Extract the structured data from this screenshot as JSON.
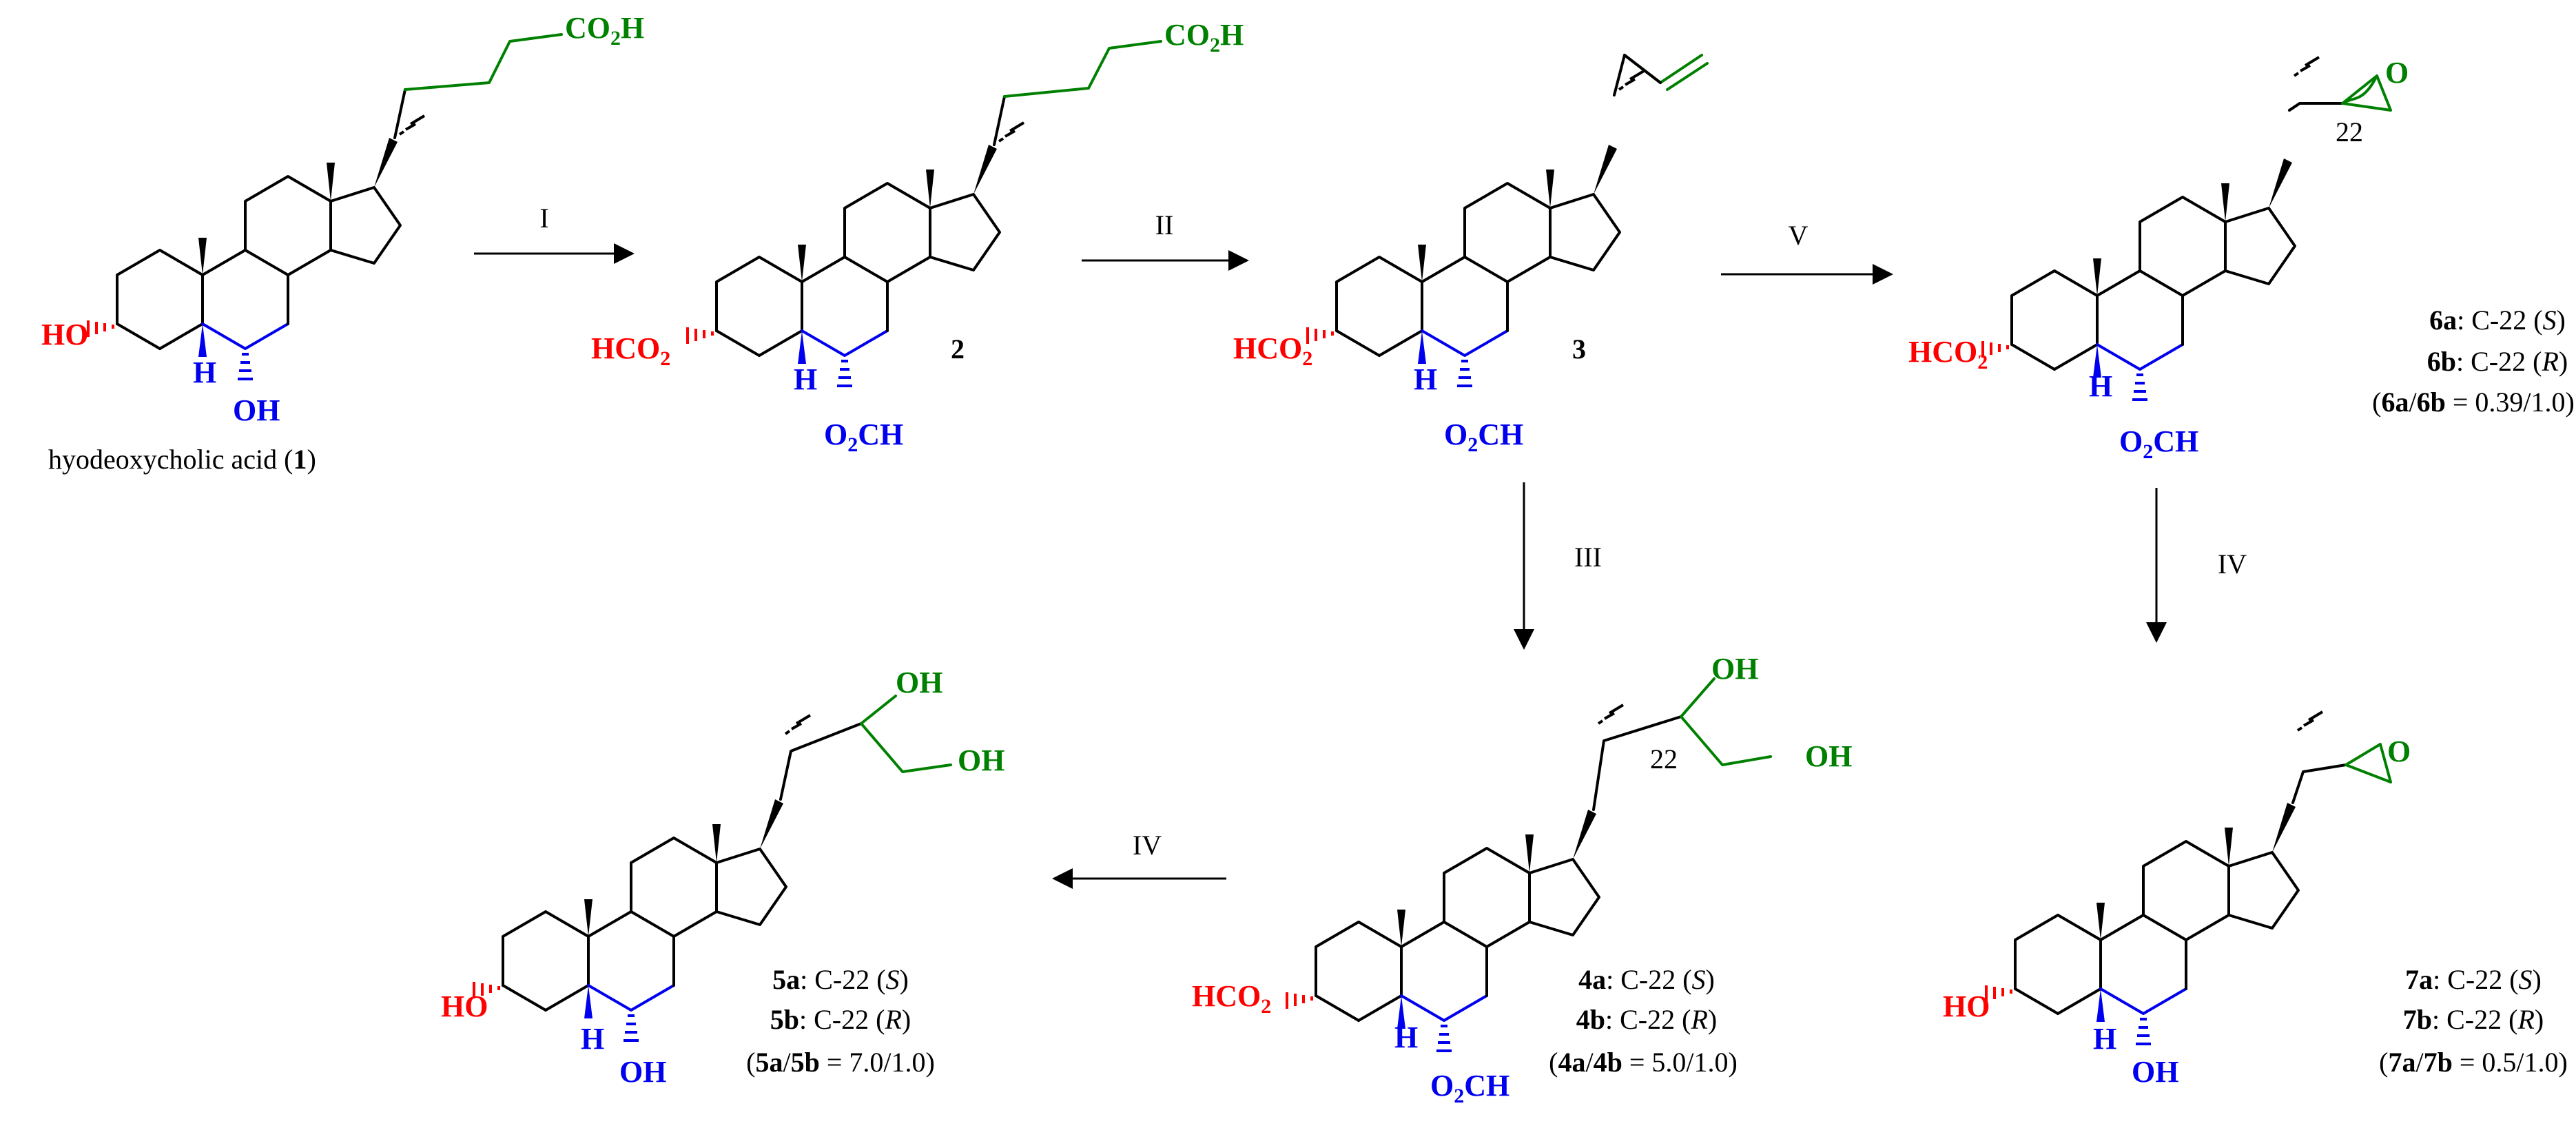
{
  "molecules": {
    "m1": {
      "label": "hyodeoxycholic acid (",
      "num": "1",
      "close": ")",
      "g3": "HO",
      "g5": "H",
      "g6": "OH",
      "side": "CO",
      "side_sub": "2",
      "side_end": "H"
    },
    "m2": {
      "num": "2",
      "g3": "HCO",
      "g3_sub": "2",
      "g5": "H",
      "g6": "O",
      "g6_sub": "2",
      "g6_end": "CH",
      "side": "CO",
      "side_sub": "2",
      "side_end": "H"
    },
    "m3": {
      "num": "3",
      "g3": "HCO",
      "g3_sub": "2",
      "g5": "H",
      "g6": "O",
      "g6_sub": "2",
      "g6_end": "CH"
    },
    "m6": {
      "g3": "HCO",
      "g3_sub": "2",
      "g5": "H",
      "g6": "O",
      "g6_sub": "2",
      "g6_end": "CH",
      "c22": "22",
      "epox": "O",
      "lines": [
        {
          "b": "6a",
          "t1": ": C-22 (",
          "i": "S",
          "t2": ")"
        },
        {
          "b": "6b",
          "t1": ": C-22 (",
          "i": "R",
          "t2": ")"
        }
      ],
      "ratio": {
        "o": "(",
        "a": "6a",
        "s": "/",
        "b": "6b",
        "v": " = 0.39/1.0)"
      }
    },
    "m5": {
      "g3": "HO",
      "g5": "H",
      "g6": "OH",
      "oh1": "OH",
      "oh2": "OH",
      "lines": [
        {
          "b": "5a",
          "t1": ": C-22 (",
          "i": "S",
          "t2": ")"
        },
        {
          "b": "5b",
          "t1": ": C-22 (",
          "i": "R",
          "t2": ")"
        }
      ],
      "ratio": {
        "o": "(",
        "a": "5a",
        "s": "/",
        "b": "5b",
        "v": " = 7.0/1.0)"
      }
    },
    "m4": {
      "g3": "HCO",
      "g3_sub": "2",
      "g5": "H",
      "g6": "O",
      "g6_sub": "2",
      "g6_end": "CH",
      "c22": "22",
      "oh1": "OH",
      "oh2": "OH",
      "lines": [
        {
          "b": "4a",
          "t1": ": C-22 (",
          "i": "S",
          "t2": ")"
        },
        {
          "b": "4b",
          "t1": ": C-22 (",
          "i": "R",
          "t2": ")"
        }
      ],
      "ratio": {
        "o": "(",
        "a": "4a",
        "s": "/",
        "b": "4b",
        "v": " = 5.0/1.0)"
      }
    },
    "m7": {
      "g3": "HO",
      "g5": "H",
      "g6": "OH",
      "epox": "O",
      "lines": [
        {
          "b": "7a",
          "t1": ": C-22 (",
          "i": "S",
          "t2": ")"
        },
        {
          "b": "7b",
          "t1": ": C-22 (",
          "i": "R",
          "t2": ")"
        }
      ],
      "ratio": {
        "o": "(",
        "a": "7a",
        "s": "/",
        "b": "7b",
        "v": " = 0.5/1.0)"
      }
    }
  },
  "steps": {
    "s1": "I",
    "s2": "II",
    "s3": "V",
    "s4": "III",
    "s5": "IV",
    "s6": "IV"
  },
  "colors": {
    "oxygen_3": "#ff0000",
    "ring_b": "#0000ee",
    "side_chain": "#008000",
    "bond": "#000000"
  }
}
